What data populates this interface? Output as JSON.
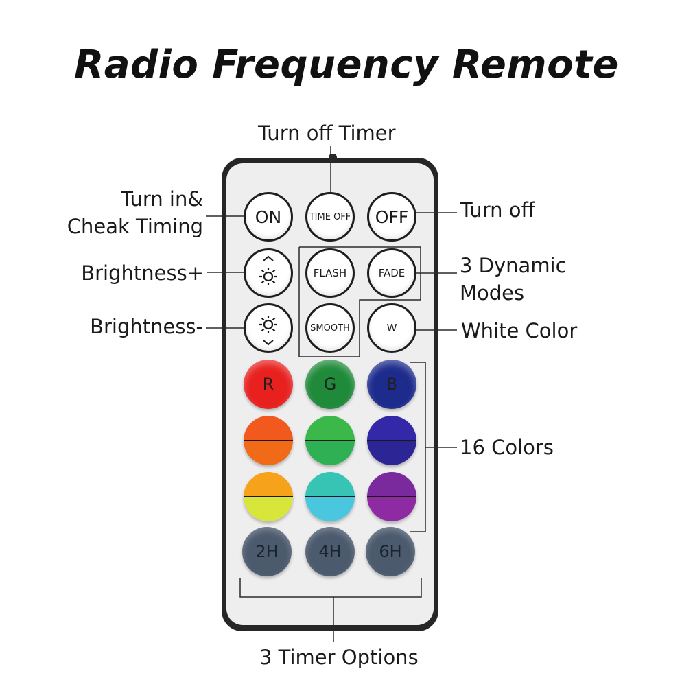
{
  "title": "Radio Frequency Remote",
  "labels": {
    "turn_off_timer": "Turn off Timer",
    "turn_on_line1": "Turn in&",
    "turn_on_line2": "Cheak Timing",
    "turn_off": "Turn off",
    "brightness_up": "Brightness+",
    "brightness_down": "Brightness-",
    "dynamic_line1": "3 Dynamic",
    "dynamic_line2": "Modes",
    "white_color": "White Color",
    "sixteen_colors": "16 Colors",
    "timer_options": "3 Timer Options"
  },
  "buttons": {
    "on": "ON",
    "time_off": "TIME OFF",
    "off": "OFF",
    "flash": "FLASH",
    "fade": "FADE",
    "smooth": "SMOOTH",
    "w": "W",
    "r": "R",
    "g": "G",
    "b": "B",
    "t2h": "2H",
    "t4h": "4H",
    "t6h": "6H"
  },
  "colors": {
    "red": "#e8211f",
    "green": "#1f8a3a",
    "blue": "#1d2c8c",
    "orange_top": "#f25a1d",
    "orange_bot": "#f06a18",
    "lime_top": "#3cb84a",
    "lime_bot": "#2fb053",
    "indigo_top": "#3328a8",
    "indigo_bot": "#2c2596",
    "amber_top": "#f6a21a",
    "yellow_bot": "#d8e53a",
    "teal_top": "#38c4b4",
    "cyan_bot": "#4ac6de",
    "violet_top": "#7a2a9c",
    "purple_bot": "#8e2aa2",
    "timer_slate": "#4c5a6e"
  }
}
